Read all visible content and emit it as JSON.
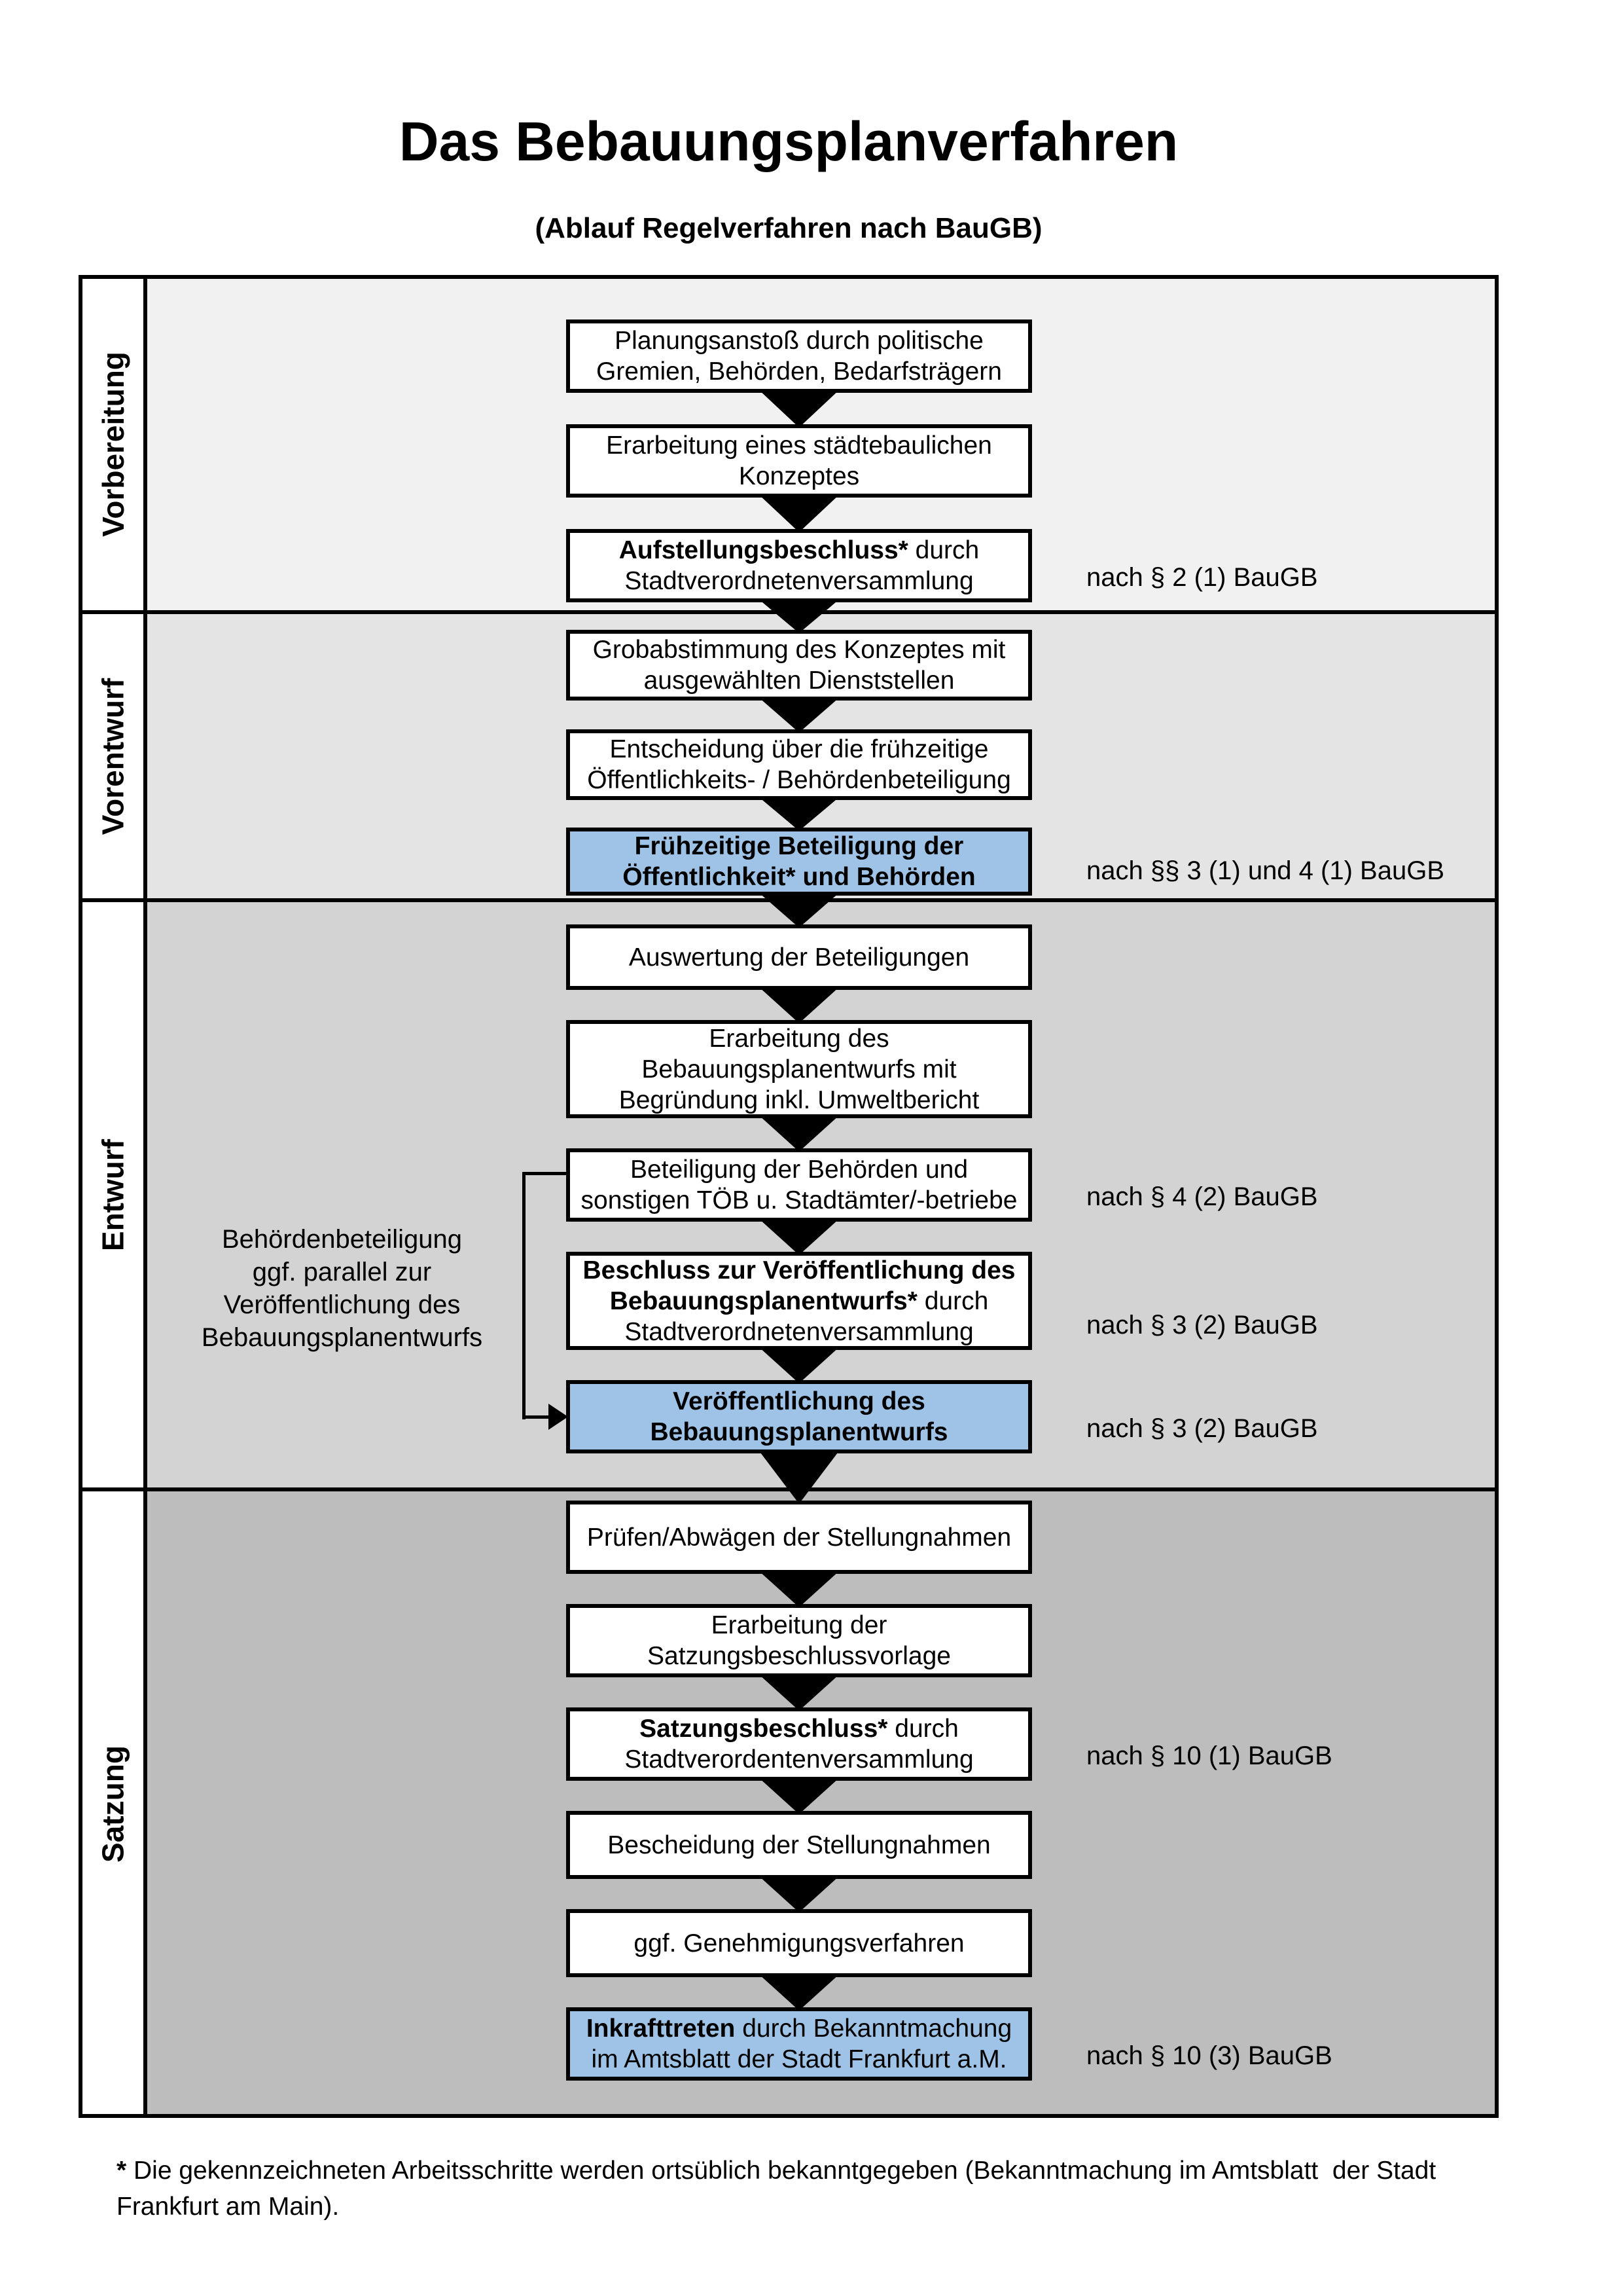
{
  "title": "Das Bebauungsplanverfahren",
  "subtitle": "(Ablauf Regelverfahren nach BauGB)",
  "colors": {
    "blue_box": "#9fc3e6",
    "white_box": "#ffffff",
    "line": "#000000",
    "section_bgs": [
      "#f1f1f1",
      "#e4e4e4",
      "#d3d3d3",
      "#bdbdbd"
    ]
  },
  "phases": [
    {
      "label": "Vorbereitung"
    },
    {
      "label": "Vorentwurf"
    },
    {
      "label": "Entwurf"
    },
    {
      "label": "Satzung"
    }
  ],
  "steps": [
    {
      "phase": 0,
      "fill": "white",
      "lines": [
        [
          {
            "t": "Planungsanstoß durch politische"
          }
        ],
        [
          {
            "t": "Gremien, Behörden, Bedarfsträgern"
          }
        ]
      ]
    },
    {
      "phase": 0,
      "fill": "white",
      "lines": [
        [
          {
            "t": "Erarbeitung eines städtebaulichen"
          }
        ],
        [
          {
            "t": "Konzeptes"
          }
        ]
      ]
    },
    {
      "phase": 0,
      "fill": "white",
      "lines": [
        [
          {
            "t": "Aufstellungsbeschluss*",
            "b": true
          },
          {
            "t": " durch"
          }
        ],
        [
          {
            "t": "Stadtverordnetenversammlung"
          }
        ]
      ],
      "note": "nach § 2 (1) BauGB"
    },
    {
      "phase": 1,
      "fill": "white",
      "lines": [
        [
          {
            "t": "Grobabstimmung des Konzeptes mit"
          }
        ],
        [
          {
            "t": "ausgewählten Dienststellen"
          }
        ]
      ]
    },
    {
      "phase": 1,
      "fill": "white",
      "lines": [
        [
          {
            "t": "Entscheidung über die frühzeitige"
          }
        ],
        [
          {
            "t": "Öffentlichkeits- / Behördenbeteiligung"
          }
        ]
      ]
    },
    {
      "phase": 1,
      "fill": "blue",
      "lines": [
        [
          {
            "t": "Frühzeitige Beteiligung der",
            "b": true
          }
        ],
        [
          {
            "t": "Öffentlichkeit* und Behörden",
            "b": true
          }
        ]
      ],
      "note": "nach §§ 3 (1) und 4 (1) BauGB"
    },
    {
      "phase": 2,
      "fill": "white",
      "lines": [
        [
          {
            "t": "Auswertung der Beteiligungen"
          }
        ]
      ]
    },
    {
      "phase": 2,
      "fill": "white",
      "lines": [
        [
          {
            "t": "Erarbeitung des"
          }
        ],
        [
          {
            "t": "Bebauungsplanentwurfs mit"
          }
        ],
        [
          {
            "t": "Begründung inkl. Umweltbericht"
          }
        ]
      ]
    },
    {
      "phase": 2,
      "fill": "white",
      "lines": [
        [
          {
            "t": "Beteiligung der Behörden und"
          }
        ],
        [
          {
            "t": "sonstigen TÖB u. Stadtämter/-betriebe"
          }
        ]
      ],
      "note": "nach § 4 (2) BauGB"
    },
    {
      "phase": 2,
      "fill": "white",
      "lines": [
        [
          {
            "t": "Beschluss zur Veröffentlichung des",
            "b": true
          }
        ],
        [
          {
            "t": "Bebauungsplanentwurfs*",
            "b": true
          },
          {
            "t": " durch"
          }
        ],
        [
          {
            "t": "Stadtverordnetenversammlung"
          }
        ]
      ],
      "note": "nach § 3 (2) BauGB"
    },
    {
      "phase": 2,
      "fill": "blue",
      "lines": [
        [
          {
            "t": "Veröffentlichung des",
            "b": true
          }
        ],
        [
          {
            "t": "Bebauungsplanentwurfs",
            "b": true
          }
        ]
      ],
      "note": "nach § 3 (2) BauGB"
    },
    {
      "phase": 3,
      "fill": "white",
      "lines": [
        [
          {
            "t": "Prüfen/Abwägen der Stellungnahmen"
          }
        ]
      ]
    },
    {
      "phase": 3,
      "fill": "white",
      "lines": [
        [
          {
            "t": "Erarbeitung der"
          }
        ],
        [
          {
            "t": "Satzungsbeschlussvorlage"
          }
        ]
      ]
    },
    {
      "phase": 3,
      "fill": "white",
      "lines": [
        [
          {
            "t": "Satzungsbeschluss*",
            "b": true
          },
          {
            "t": " durch"
          }
        ],
        [
          {
            "t": "Stadtverordentenversammlung"
          }
        ]
      ],
      "note": "nach § 10 (1) BauGB"
    },
    {
      "phase": 3,
      "fill": "white",
      "lines": [
        [
          {
            "t": "Bescheidung der Stellungnahmen"
          }
        ]
      ]
    },
    {
      "phase": 3,
      "fill": "white",
      "lines": [
        [
          {
            "t": "ggf. Genehmigungsverfahren"
          }
        ]
      ]
    },
    {
      "phase": 3,
      "fill": "blue",
      "lines": [
        [
          {
            "t": "Inkrafttreten",
            "b": true
          },
          {
            "t": " durch Bekanntmachung"
          }
        ],
        [
          {
            "t": "im Amtsblatt der Stadt Frankfurt a.M."
          }
        ]
      ],
      "note": "nach § 10 (3) BauGB"
    }
  ],
  "parallel_note": {
    "lines": [
      "Behördenbeteiligung",
      "ggf. parallel zur",
      "Veröffentlichung des",
      "Bebauungsplanentwurfs"
    ]
  },
  "footnote": {
    "lines": [
      [
        {
          "t": "* ",
          "b": true
        },
        {
          "t": "Die gekennzeichneten Arbeitsschritte werden ortsüblich bekanntgegeben (Bekanntmachung im Amtsblatt  der Stadt"
        }
      ],
      [
        {
          "t": "Frankfurt am Main)."
        }
      ]
    ]
  }
}
